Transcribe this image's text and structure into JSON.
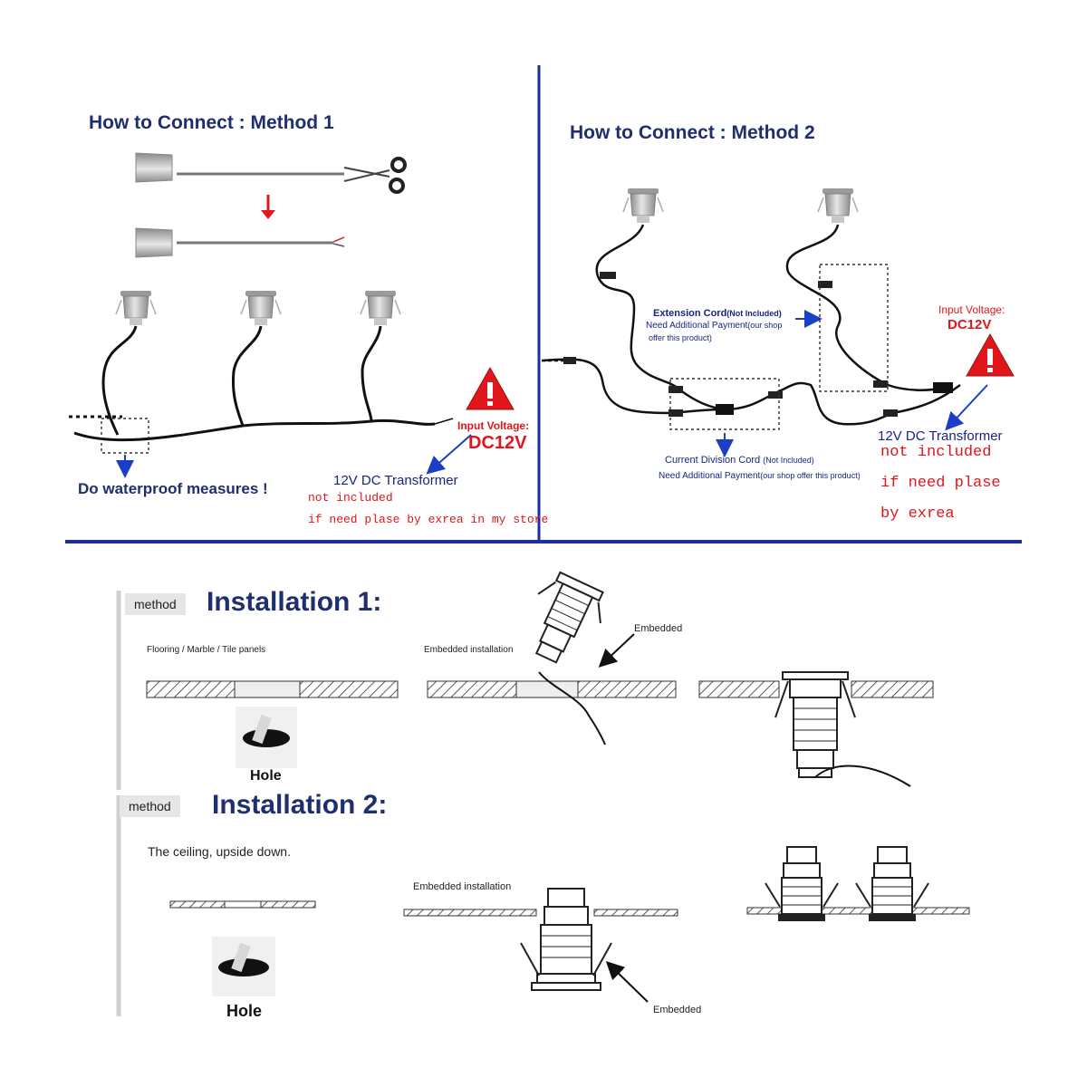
{
  "method1": {
    "title": "How to Connect : Method 1",
    "waterproof": "Do waterproof measures !",
    "input_voltage": "Input Voltage:",
    "voltage": "DC12V",
    "transformer": "12V DC Transformer",
    "not_included": "not included",
    "if_need": "if need plase by exrea in my store"
  },
  "method2": {
    "title": "How to Connect : Method 2",
    "extension_cord": "Extension Cord",
    "not_included_small": "(Not Included)",
    "need_payment": "Need Additional Payment",
    "our_shop": "(our shop",
    "offer_product": "offer this product)",
    "input_voltage": "Input Voltage:",
    "voltage": "DC12V",
    "transformer": "12V DC Transformer",
    "not_included": "not included",
    "if_need": "if need plase",
    "by_exrea": "by exrea",
    "current_division": "Current Division Cord",
    "current_not_included": "(Not Included)",
    "current_payment": "Need Additional Payment",
    "current_shop": "(our shop offer this product)"
  },
  "installation1": {
    "method_tag": "method",
    "title": "Installation 1:",
    "surface": "Flooring / Marble / Tile panels",
    "embedded_installation": "Embedded installation",
    "embedded": "Embedded",
    "hole": "Hole"
  },
  "installation2": {
    "method_tag": "method",
    "title": "Installation 2:",
    "surface": "The ceiling, upside down.",
    "embedded_installation": "Embedded installation",
    "embedded": "Embedded",
    "hole": "Hole"
  },
  "colors": {
    "divider": "#1f2e9e",
    "heading": "#1f2e6e",
    "warning": "#e0161a"
  }
}
